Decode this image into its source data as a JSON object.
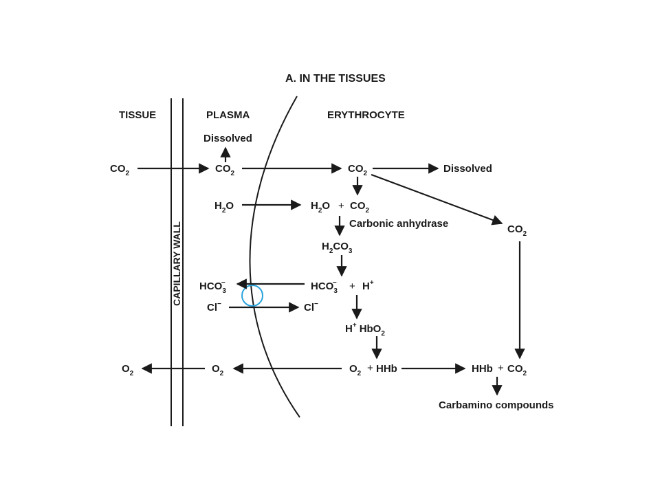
{
  "title": "A. IN THE TISSUES",
  "headers": {
    "tissue": "TISSUE",
    "plasma": "PLASMA",
    "erythrocyte": "ERYTHROCYTE",
    "capillary_wall": "CAPILLARY WALL"
  },
  "labels": {
    "dissolved_plasma": "Dissolved",
    "dissolved_rbc": "Dissolved",
    "carbonic_anhydrase": "Carbonic anhydrase",
    "carbamino": "Carbamino compounds",
    "plus": "+"
  },
  "species": {
    "co2_tissue": [
      "CO",
      "2"
    ],
    "co2_plasma": [
      "CO",
      "2"
    ],
    "co2_rbc": [
      "CO",
      "2"
    ],
    "h2o_plasma": [
      "H",
      "2",
      "O"
    ],
    "h2o_rbc": [
      "H",
      "2",
      "O"
    ],
    "co2_rbc2": [
      "CO",
      "2"
    ],
    "co2_right": [
      "CO",
      "2"
    ],
    "h2co3": [
      "H",
      "2",
      "CO",
      "3"
    ],
    "hco3_plasma": [
      "HCO",
      "3",
      "-"
    ],
    "hco3_rbc": [
      "HCO",
      "3",
      "-"
    ],
    "h_plus": [
      "H",
      "+"
    ],
    "cl_plasma": [
      "Cl",
      "-"
    ],
    "cl_rbc": [
      "Cl",
      "-"
    ],
    "h_hbo2": [
      "H",
      "+",
      "HbO",
      "2"
    ],
    "o2_tissue": [
      "O",
      "2"
    ],
    "o2_plasma": [
      "O",
      "2"
    ],
    "o2_rbc": [
      "O",
      "2"
    ],
    "hhb": "HHb",
    "hhb2": "HHb",
    "co2_final": [
      "CO",
      "2"
    ]
  },
  "colors": {
    "ink": "#1a1a1a",
    "exchanger_circle": "#29a3dc",
    "background": "#ffffff"
  }
}
